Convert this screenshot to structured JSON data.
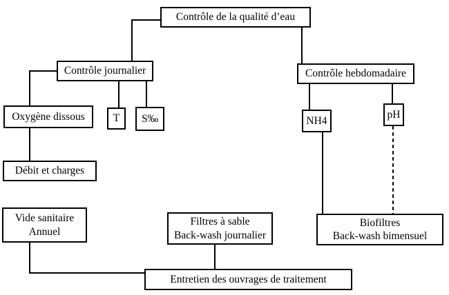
{
  "diagram": {
    "description": "Flowchart of water quality control and maintenance operations",
    "colors": {
      "background": "#ffffff",
      "line": "#000000",
      "box_border": "#000000",
      "text": "#000000"
    },
    "nodes": {
      "qualite_eau": {
        "label": "Contrôle de la qualité d’eau"
      },
      "journalier": {
        "label": "Contrôle journalier"
      },
      "oxygene": {
        "label": "Oxygène dissous"
      },
      "temperature": {
        "label": "T"
      },
      "salinite": {
        "label": "S‰"
      },
      "debit": {
        "label": "Débit et charges"
      },
      "hebdomadaire": {
        "label": "Contrôle hebdomadaire"
      },
      "nh4": {
        "label": "NH4"
      },
      "ph": {
        "label": "pH"
      },
      "biofiltres": {
        "line1": "Biofiltres",
        "line2": "Back-wash bimensuel"
      },
      "vide_sanitaire": {
        "line1": "Vide sanitaire",
        "line2": "Annuel"
      },
      "filtres_sable": {
        "line1": "Filtres à sable",
        "line2": "Back-wash journalier"
      },
      "entretien": {
        "label": "Entretien des ouvrages de traitement"
      }
    },
    "edges": [
      {
        "from": "qualite_eau",
        "to": "journalier",
        "style": "solid"
      },
      {
        "from": "qualite_eau",
        "to": "hebdomadaire",
        "style": "solid"
      },
      {
        "from": "journalier",
        "to": "oxygene",
        "style": "solid"
      },
      {
        "from": "journalier",
        "to": "temperature",
        "style": "solid"
      },
      {
        "from": "journalier",
        "to": "salinite",
        "style": "solid"
      },
      {
        "from": "oxygene",
        "to": "debit",
        "style": "solid"
      },
      {
        "from": "hebdomadaire",
        "to": "nh4",
        "style": "solid"
      },
      {
        "from": "hebdomadaire",
        "to": "ph",
        "style": "solid"
      },
      {
        "from": "nh4",
        "to": "biofiltres",
        "style": "solid"
      },
      {
        "from": "ph",
        "to": "biofiltres",
        "style": "dashed"
      },
      {
        "from": "vide_sanitaire",
        "to": "entretien",
        "style": "solid"
      },
      {
        "from": "filtres_sable",
        "to": "entretien",
        "style": "solid"
      }
    ]
  }
}
